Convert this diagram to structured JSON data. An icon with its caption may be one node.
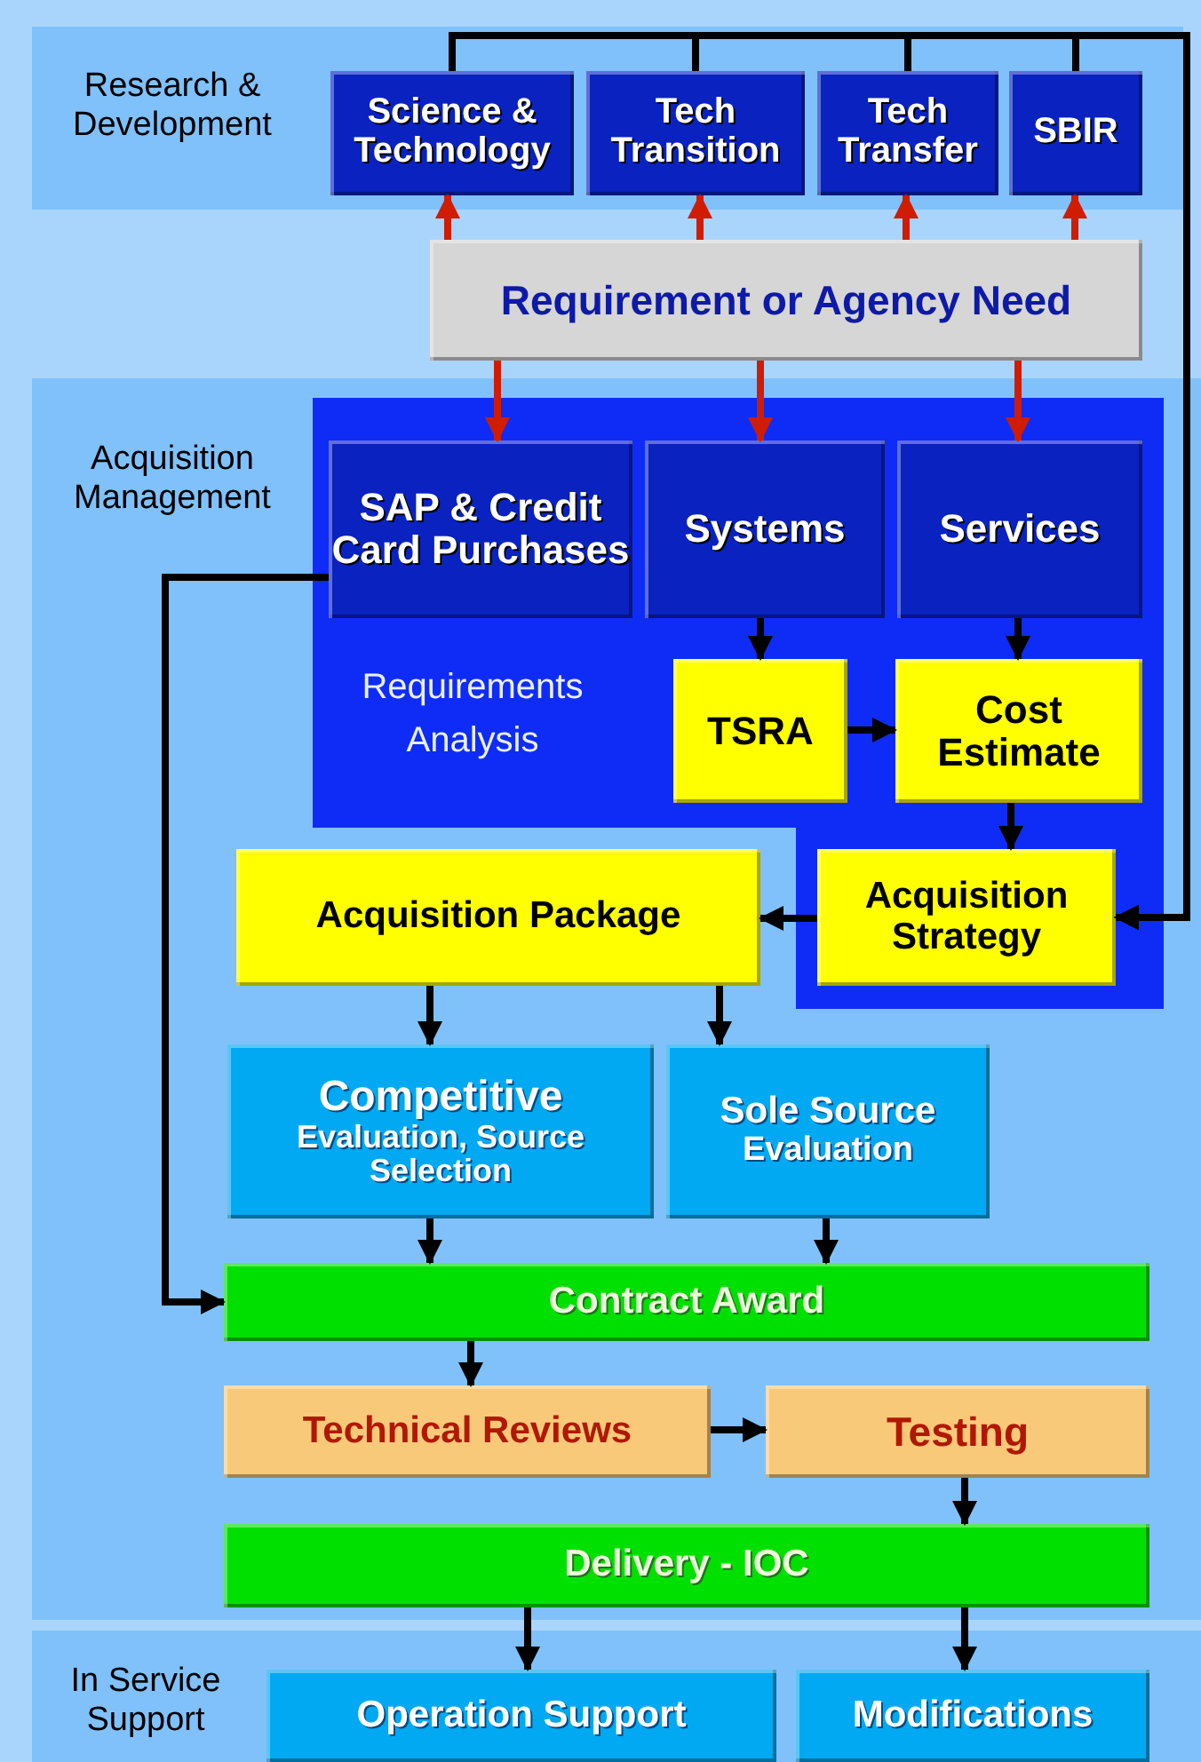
{
  "diagram": {
    "nodes": [
      {
        "text": [
          "Research & Development"
        ]
      },
      {
        "text": [
          "Science & Technology"
        ],
        "in": 0
      },
      {
        "text": [
          "Tech Transition"
        ],
        "in": 0
      },
      {
        "text": [
          "Tech Transfer"
        ],
        "in": 0
      },
      {
        "text": [
          "SBIR"
        ],
        "in": 0
      },
      {
        "text": [
          "Requirement or Agency Need"
        ]
      },
      {
        "text": [
          "Acquisition Management"
        ]
      },
      {
        "text": [
          "Requirements Analysis"
        ],
        "in": 6
      },
      {
        "text": [
          "SAP & Credit Card Purchases"
        ],
        "in": 7
      },
      {
        "text": [
          "Systems"
        ],
        "in": 7
      },
      {
        "text": [
          "Services"
        ],
        "in": 7
      },
      {
        "text": [
          "TSRA"
        ],
        "in": 7
      },
      {
        "text": [
          "Cost Estimate"
        ],
        "in": 7
      },
      {
        "text": [
          "Acquisition Strategy"
        ],
        "in": 6
      },
      {
        "text": [
          "Acquisition Package"
        ],
        "in": 6
      },
      {
        "text": [
          "Competitive",
          "Evaluation, Source Selection"
        ],
        "in": 6
      },
      {
        "text": [
          "Sole Source",
          "Evaluation"
        ],
        "in": 6
      },
      {
        "text": [
          "Contract Award"
        ],
        "in": 6
      },
      {
        "text": [
          "Technical Reviews"
        ],
        "in": 6
      },
      {
        "text": [
          "Testing"
        ],
        "in": 6
      },
      {
        "text": [
          "Delivery - IOC"
        ],
        "in": 6
      },
      {
        "text": [
          "In Service Support"
        ]
      },
      {
        "text": [
          "Operation Support"
        ],
        "in": 21
      },
      {
        "text": [
          "Modifications"
        ],
        "in": 21
      }
    ],
    "edges": [
      {
        "from": 5,
        "to": 1,
        "arrow": "to",
        "color": "#d01c00"
      },
      {
        "from": 5,
        "to": 2,
        "arrow": "to",
        "color": "#d01c00"
      },
      {
        "from": 5,
        "to": 3,
        "arrow": "to",
        "color": "#d01c00"
      },
      {
        "from": 5,
        "to": 4,
        "arrow": "to",
        "color": "#d01c00"
      },
      {
        "from": 5,
        "to": 8,
        "arrow": "to",
        "color": "#d01c00"
      },
      {
        "from": 5,
        "to": 9,
        "arrow": "to",
        "color": "#d01c00"
      },
      {
        "from": 5,
        "to": 10,
        "arrow": "to",
        "color": "#d01c00"
      },
      {
        "from": 9,
        "to": 11,
        "arrow": "to"
      },
      {
        "from": 10,
        "to": 12,
        "arrow": "to"
      },
      {
        "from": 11,
        "to": 12,
        "arrow": "to"
      },
      {
        "from": 12,
        "to": 13,
        "arrow": "to"
      },
      {
        "from": 13,
        "to": 14,
        "arrow": "to"
      },
      {
        "from": 14,
        "to": 15,
        "arrow": "to"
      },
      {
        "from": 14,
        "to": 16,
        "arrow": "to"
      },
      {
        "from": 15,
        "to": 17,
        "arrow": "to"
      },
      {
        "from": 16,
        "to": 17,
        "arrow": "to"
      },
      {
        "from": 17,
        "to": 18,
        "arrow": "to"
      },
      {
        "from": 18,
        "to": 19,
        "arrow": "to"
      },
      {
        "from": 19,
        "to": 20,
        "arrow": "to"
      },
      {
        "from": 20,
        "to": 22,
        "arrow": "to"
      },
      {
        "from": 20,
        "to": 23,
        "arrow": "to"
      },
      {
        "from": 8,
        "to": 17,
        "arrow": "to"
      },
      {
        "from": 1,
        "to": 13,
        "arrow": "to"
      },
      {
        "from": 2,
        "to": 13,
        "arrow": "to"
      },
      {
        "from": 3,
        "to": 13,
        "arrow": "to"
      },
      {
        "from": 4,
        "to": 13,
        "arrow": "to"
      }
    ]
  }
}
